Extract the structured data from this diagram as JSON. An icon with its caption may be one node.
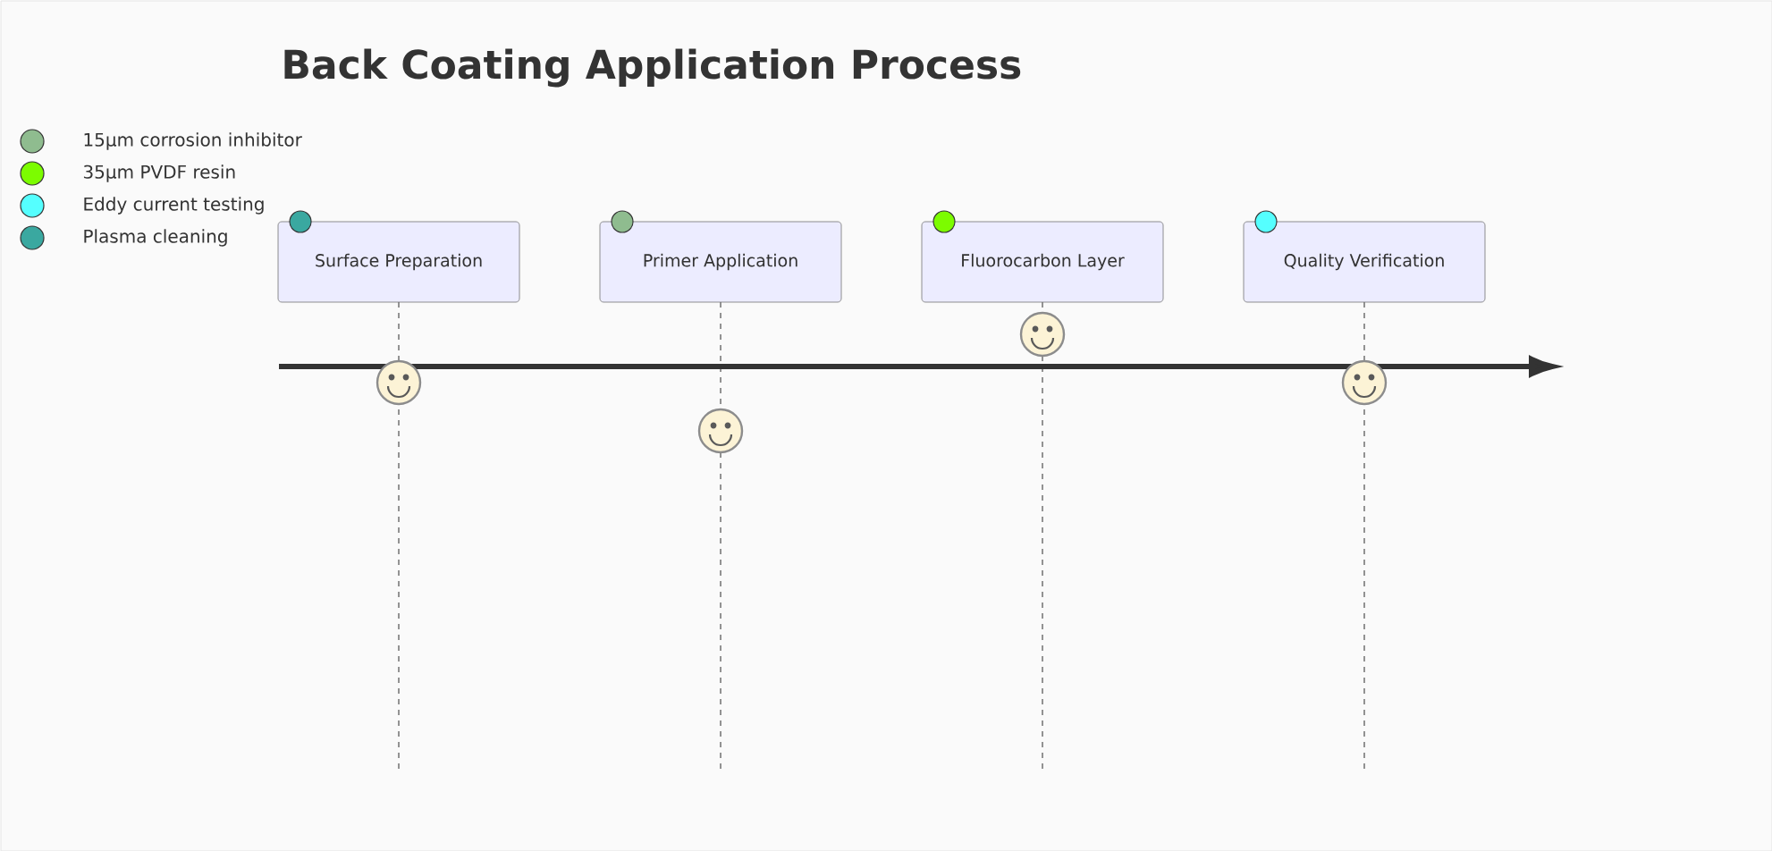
{
  "diagram": {
    "title": "Back Coating Application Process",
    "nodes": [
      {
        "text": [
          "Surface Preparation"
        ]
      },
      {
        "text": [
          "Primer Application"
        ]
      },
      {
        "text": [
          "Fluorocarbon Layer"
        ]
      },
      {
        "text": [
          "Quality Verification"
        ]
      }
    ],
    "legend": [
      {
        "text": "15µm corrosion inhibitor",
        "color": "#8fbc8f"
      },
      {
        "text": "35µm PVDF resin",
        "color": "#7cfc00"
      },
      {
        "text": "Eddy current testing",
        "color": "#55ffff"
      },
      {
        "text": "Plasma cleaning",
        "color": "#3aa8a0"
      }
    ]
  }
}
